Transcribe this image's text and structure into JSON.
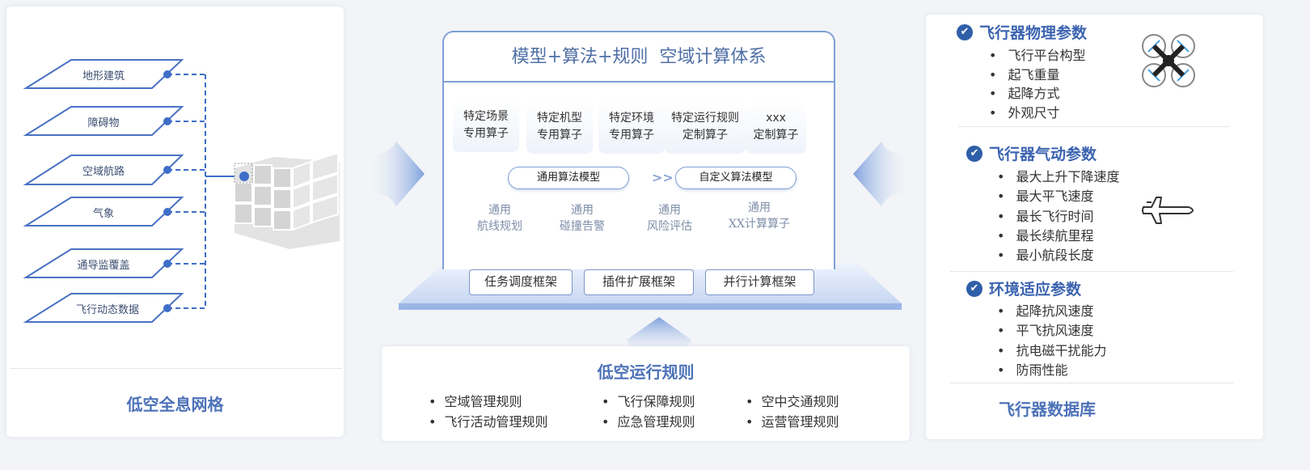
{
  "grid_panel": {
    "title": "低空全息网格",
    "layers": [
      "地形建筑",
      "障碍物",
      "空域航路",
      "气象",
      "通导监覆盖",
      "飞行动态数据"
    ]
  },
  "compute": {
    "title": "模型+算法+规则  空域计算体系",
    "operators": [
      {
        "line1": "特定场景",
        "line2": "专用算子"
      },
      {
        "line1": "特定机型",
        "line2": "专用算子"
      },
      {
        "line1": "特定环境",
        "line2": "专用算子"
      },
      {
        "line1": "特定运行规则",
        "line2": "定制算子"
      },
      {
        "line1": "xxx",
        "line2": "定制算子"
      }
    ],
    "model_general": "通用算法模型",
    "model_arrow": ">>",
    "model_custom": "自定义算法模型",
    "general_ops": [
      {
        "line1": "通用",
        "line2": "航线规划"
      },
      {
        "line1": "通用",
        "line2": "碰撞告警"
      },
      {
        "line1": "通用",
        "line2": "风险评估"
      },
      {
        "line1": "通用",
        "line2": "XX计算算子"
      }
    ],
    "frameworks": [
      "任务调度框架",
      "插件扩展框架",
      "并行计算框架"
    ]
  },
  "rules": {
    "title": "低空运行规则",
    "items": [
      "空域管理规则",
      "飞行保障规则",
      "空中交通规则",
      "飞行活动管理规则",
      "应急管理规则",
      "运营管理规则"
    ]
  },
  "aircraft_db": {
    "title": "飞行器数据库",
    "sections": [
      {
        "title": "飞行器物理参数",
        "icon": "drone-icon",
        "items": [
          "飞行平台构型",
          "起飞重量",
          "起降方式",
          "外观尺寸"
        ]
      },
      {
        "title": "飞行器气动参数",
        "icon": "airplane-icon",
        "items": [
          "最大上升下降速度",
          "最大平飞速度",
          "最长飞行时间",
          "最长续航里程",
          "最小航段长度"
        ]
      },
      {
        "title": "环境适应参数",
        "items": [
          "起降抗风速度",
          "平飞抗风速度",
          "抗电磁干扰能力",
          "防雨性能"
        ]
      }
    ]
  },
  "colors": {
    "accent": "#3c64b0",
    "line": "#3f6ec8",
    "border": "#7f9fd6"
  }
}
